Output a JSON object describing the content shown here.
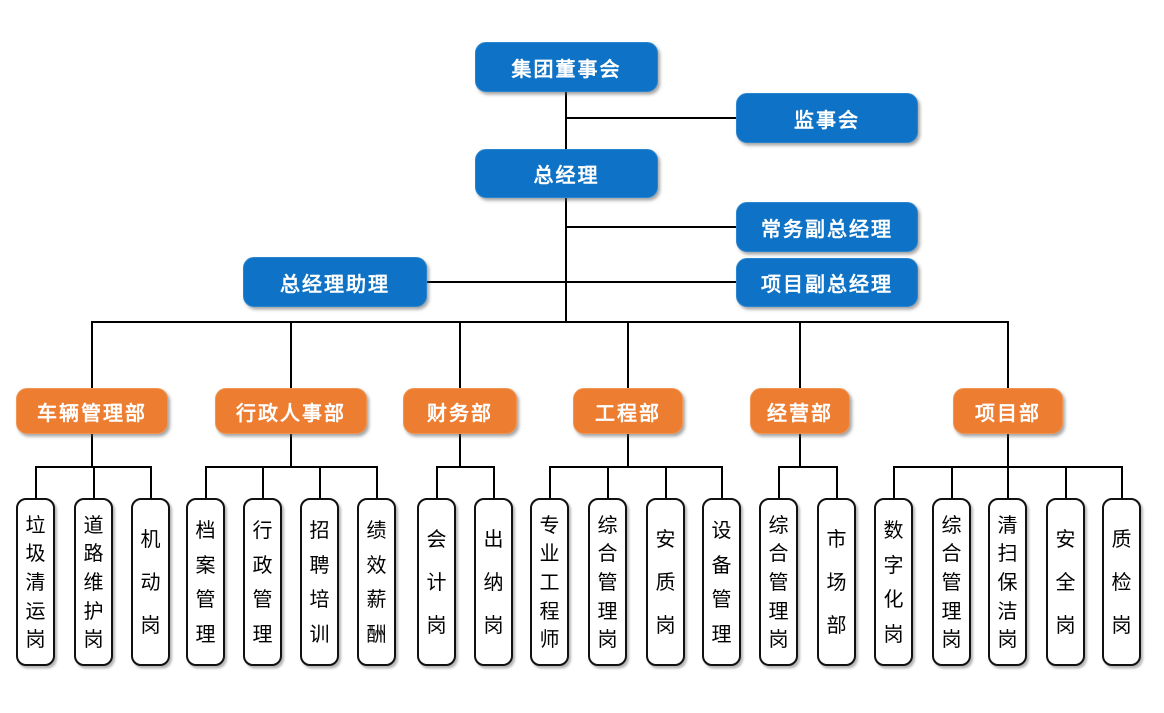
{
  "colors": {
    "executive_box": "#0E72C6",
    "department_box": "#ED7D31",
    "post_box_bg": "#FFFFFF",
    "post_box_border": "#111111",
    "executive_text": "#FFFFFF",
    "department_text": "#FFFFFF",
    "post_text": "#000000",
    "connector": "#000000"
  },
  "executives": {
    "board": "集团董事会",
    "supervisory_board": "监事会",
    "general_manager": "总经理",
    "executive_deputy_gm": "常务副总经理",
    "gm_assistant": "总经理助理",
    "project_deputy_gm": "项目副总经理"
  },
  "departments": [
    {
      "label": "车辆管理部",
      "posts": [
        "垃圾清运岗",
        "道路维护岗",
        "机动岗"
      ]
    },
    {
      "label": "行政人事部",
      "posts": [
        "档案管理",
        "行政管理",
        "招聘培训",
        "绩效薪酬"
      ]
    },
    {
      "label": "财务部",
      "posts": [
        "会计岗",
        "出纳岗"
      ]
    },
    {
      "label": "工程部",
      "posts": [
        "专业工程师",
        "综合管理岗",
        "安质岗",
        "设备管理"
      ]
    },
    {
      "label": "经营部",
      "posts": [
        "综合管理岗",
        "市场部"
      ]
    },
    {
      "label": "项目部",
      "posts": [
        "数字化岗",
        "综合管理岗",
        "清扫保洁岗",
        "安全岗",
        "质检岗"
      ]
    }
  ]
}
